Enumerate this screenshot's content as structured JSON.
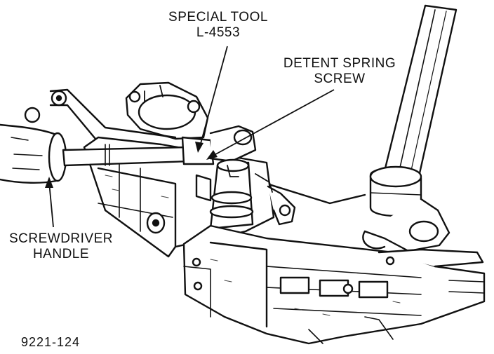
{
  "labels": {
    "special_tool": {
      "line1": "SPECIAL TOOL",
      "line2": "L-4553"
    },
    "detent_spring_screw": {
      "line1": "DETENT SPRING",
      "line2": "SCREW"
    },
    "screwdriver_handle": {
      "line1": "SCREWDRIVER",
      "line2": "HANDLE"
    }
  },
  "figure_number": "9221-124",
  "colors": {
    "ink": "#111111",
    "paper": "#ffffff"
  }
}
